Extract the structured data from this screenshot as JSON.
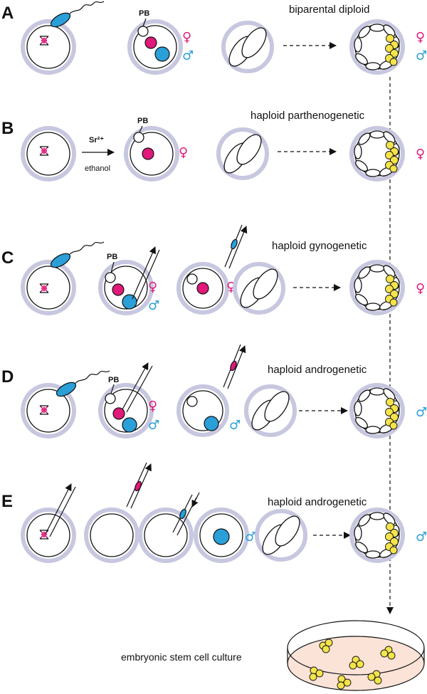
{
  "rows": [
    {
      "letter": "A",
      "title": "biparental diploid"
    },
    {
      "letter": "B",
      "title": "haploid parthenogenetic"
    },
    {
      "letter": "C",
      "title": "haploid gynogenetic"
    },
    {
      "letter": "D",
      "title": "haploid androgenetic"
    },
    {
      "letter": "E",
      "title": "haploid androgenetic"
    }
  ],
  "labels": {
    "polar_body": "PB",
    "activation_reagent": "Sr²⁺",
    "activation_solvent": "ethanol",
    "culture": "embryonic stem cell culture"
  },
  "symbols": {
    "female": "♀",
    "male": "♂"
  },
  "colors": {
    "female_pronucleus": "#e0197a",
    "male_pronucleus": "#2a9fd8",
    "zona_pellucida": "#c7c7e0",
    "inner_cell_mass": "#f4e44a",
    "culture_medium": "#fbe3d8"
  }
}
